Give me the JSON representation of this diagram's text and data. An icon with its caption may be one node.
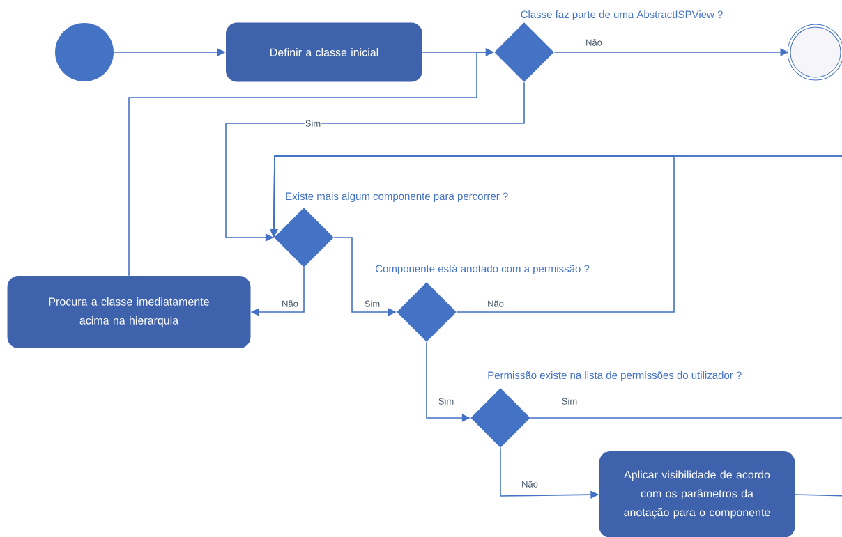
{
  "diagram": {
    "nodes": [
      {
        "text": [],
        "shape": "circle"
      },
      {
        "text": [
          "Definir a classe inicial"
        ]
      },
      {
        "text": [
          "Classe faz parte de uma AbstractISPView ?"
        ]
      },
      {
        "text": [],
        "shape": "circle"
      },
      {
        "text": [
          "Existe mais algum componente para percorrer ?"
        ]
      },
      {
        "text": [
          "Procura a classe imediatamente acima na hierarquia"
        ]
      },
      {
        "text": [
          "Componente está anotado com a permissão ?"
        ]
      },
      {
        "text": [
          "Permissão existe na lista de permissões do utilizador ?"
        ]
      },
      {
        "text": [
          "Aplicar visibilidade de acordo com os parâmetros da anotação para o componente"
        ]
      }
    ],
    "edges": [
      {
        "from": 0,
        "to": 1,
        "arrow": "to"
      },
      {
        "from": 1,
        "to": 2,
        "arrow": "to"
      },
      {
        "from": 2,
        "to": 3,
        "arrow": "to",
        "label": "Não"
      },
      {
        "from": 2,
        "to": 4,
        "arrow": "to",
        "label": "Sim"
      },
      {
        "from": 4,
        "to": 5,
        "arrow": "to",
        "label": "Não"
      },
      {
        "from": 5,
        "to": 2,
        "arrow": "to"
      },
      {
        "from": 4,
        "to": 6,
        "arrow": "to",
        "label": "Sim"
      },
      {
        "from": 6,
        "to": 4,
        "arrow": "to",
        "label": "Não"
      },
      {
        "from": 6,
        "to": 7,
        "arrow": "to",
        "label": "Sim"
      },
      {
        "from": 7,
        "to": 4,
        "arrow": "to",
        "label": "Sim"
      },
      {
        "from": 7,
        "to": 8,
        "arrow": "to",
        "label": "Não"
      },
      {
        "from": 8,
        "to": 4,
        "arrow": "to"
      }
    ]
  }
}
